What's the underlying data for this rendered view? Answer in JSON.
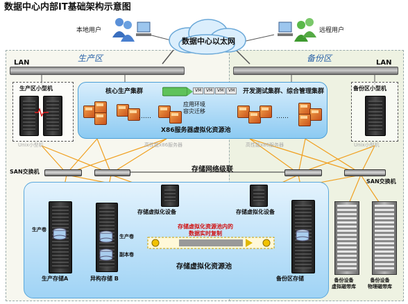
{
  "title": "数据中心内部IT基础架构示意图",
  "cloud": {
    "label": "数据中心以太网"
  },
  "users": {
    "local": "本地用户",
    "remote": "远程用户"
  },
  "zones": {
    "production": "生产区",
    "backup": "备份区"
  },
  "lan": {
    "left": "LAN",
    "right": "LAN"
  },
  "minicomputers": {
    "production": "生产区小型机",
    "production_sub": "Unix小型机",
    "backup": "备份区小型机",
    "backup_sub": "Unix小型机"
  },
  "x86": {
    "core_cluster": "核心生产集群",
    "dev_cluster": "开发测试集群、综合管理集群",
    "migration": "应用环境\n容灾迁移",
    "vm_labels": [
      "VM",
      "VM",
      "VM",
      "VM"
    ],
    "ellipsis_left": "……",
    "ellipsis_right": "……",
    "pool_label": "X86服务器虚拟化资源池",
    "server_sub_left": "高性能x86服务器",
    "server_sub_right": "高性能x86服务器"
  },
  "san": {
    "switch_left": "SAN交换机",
    "switch_right": "SAN交换机",
    "cascade": "存储网络级联"
  },
  "storage": {
    "virt_device_left": "存储虚拟化设备",
    "virt_device_right": "存储虚拟化设备",
    "replication": "存储虚拟化资源池内的\n数据实时复制",
    "pool_label": "存储虚拟化资源池",
    "prod_volume": "生产卷",
    "prod_volume_2": "生产卷",
    "copy_volume": "副本卷",
    "prod_storage_a": "生产存储A",
    "hetero_storage_b": "异构存储 B",
    "backup_storage": "备份区存储",
    "backup_virtual_tape": "备份设备\n虚拟磁带库",
    "backup_physical_tape": "备份设备\n物理磁带库"
  }
}
